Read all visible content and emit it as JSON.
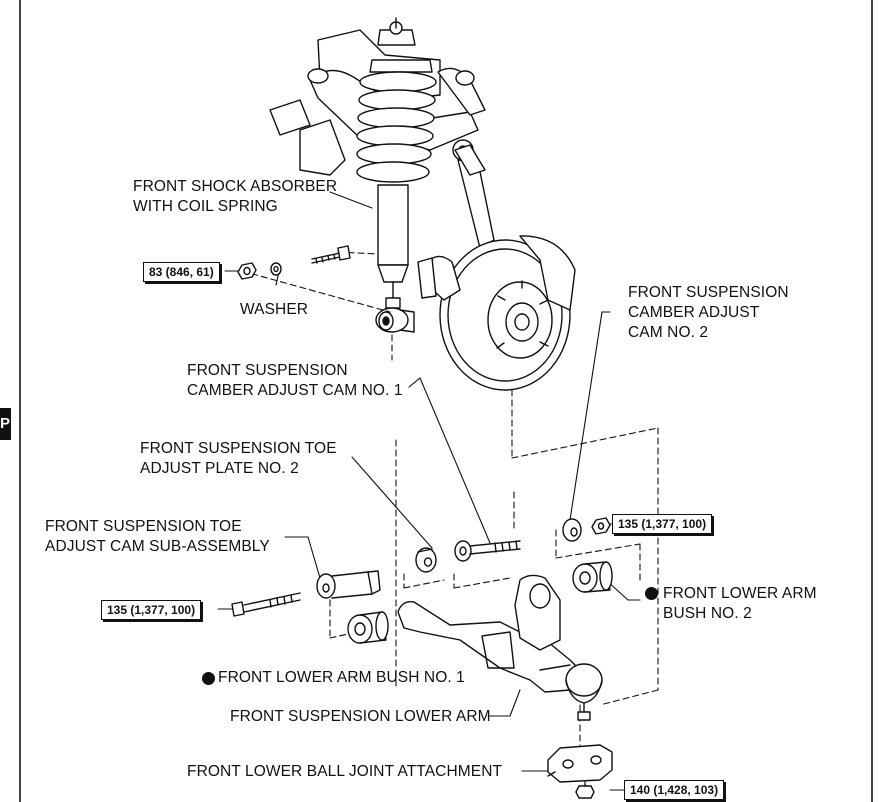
{
  "section_tab": "P",
  "labels": {
    "shock_absorber": [
      "FRONT SHOCK ABSORBER",
      "WITH COIL SPRING"
    ],
    "washer": "WASHER",
    "camber_cam_1": [
      "FRONT SUSPENSION",
      "CAMBER ADJUST CAM NO. 1"
    ],
    "camber_cam_2": [
      "FRONT SUSPENSION",
      "CAMBER ADJUST",
      "CAM NO. 2"
    ],
    "toe_plate_2": [
      "FRONT SUSPENSION TOE",
      "ADJUST PLATE NO. 2"
    ],
    "toe_cam_sub": [
      "FRONT SUSPENSION TOE",
      "ADJUST CAM SUB-ASSEMBLY"
    ],
    "lower_arm_bush_2": [
      "FRONT LOWER ARM",
      "BUSH NO. 2"
    ],
    "lower_arm_bush_1": "FRONT LOWER ARM BUSH NO. 1",
    "lower_arm": "FRONT SUSPENSION LOWER ARM",
    "ball_joint": "FRONT LOWER BALL JOINT ATTACHMENT"
  },
  "torques": {
    "shock_bolt": "83 (846, 61)",
    "cam_no2_nut": "135 (1,377, 100)",
    "toe_cam_bolt": "135 (1,377, 100)",
    "ball_joint_nut": "140 (1,428, 103)"
  }
}
